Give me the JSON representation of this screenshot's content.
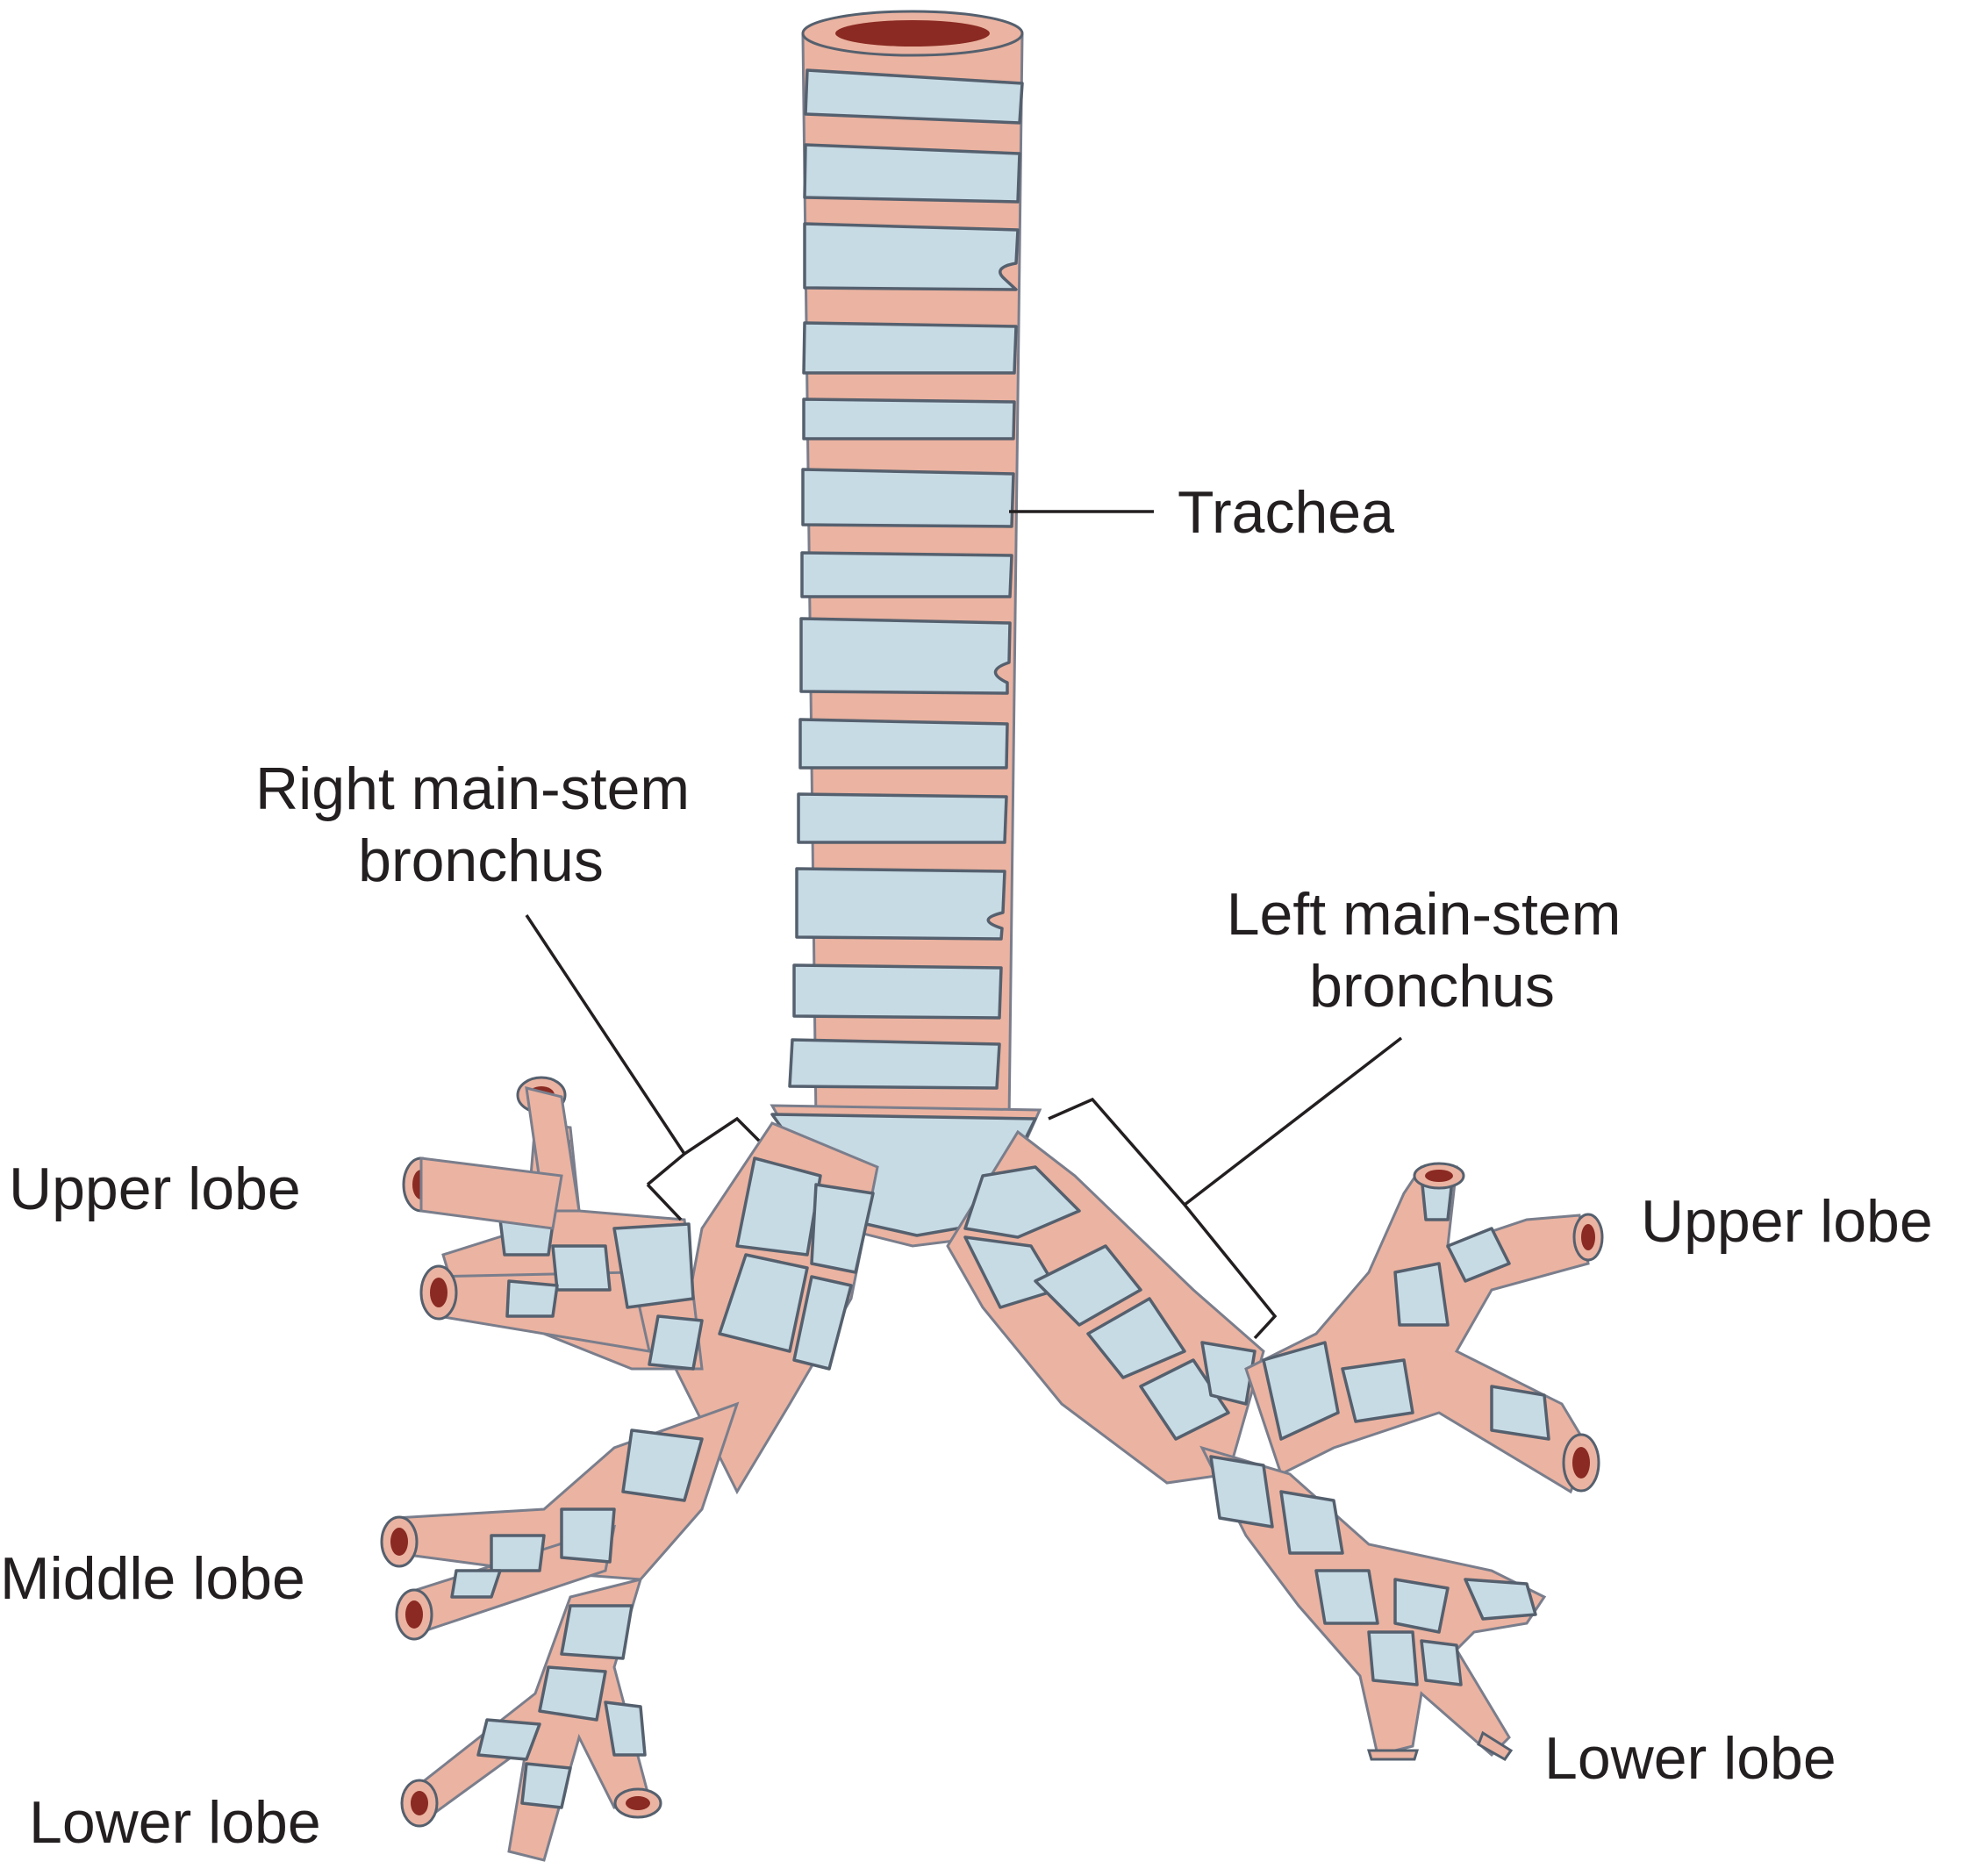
{
  "labels": {
    "trachea": "Trachea",
    "right_bronchus": [
      "Right main-stem",
      "bronchus"
    ],
    "left_bronchus": [
      "Left main-stem",
      "bronchus"
    ],
    "right_upper": "Upper lobe",
    "right_middle": "Middle lobe",
    "right_lower": "Lower lobe",
    "left_upper": "Upper lobe",
    "left_lower": "Lower lobe"
  },
  "colors": {
    "cartilage": "#c7dbe5",
    "mucosa": "#ebb3a1",
    "lumen": "#8a2a22",
    "outline": "#55606e",
    "text": "#231f20"
  }
}
